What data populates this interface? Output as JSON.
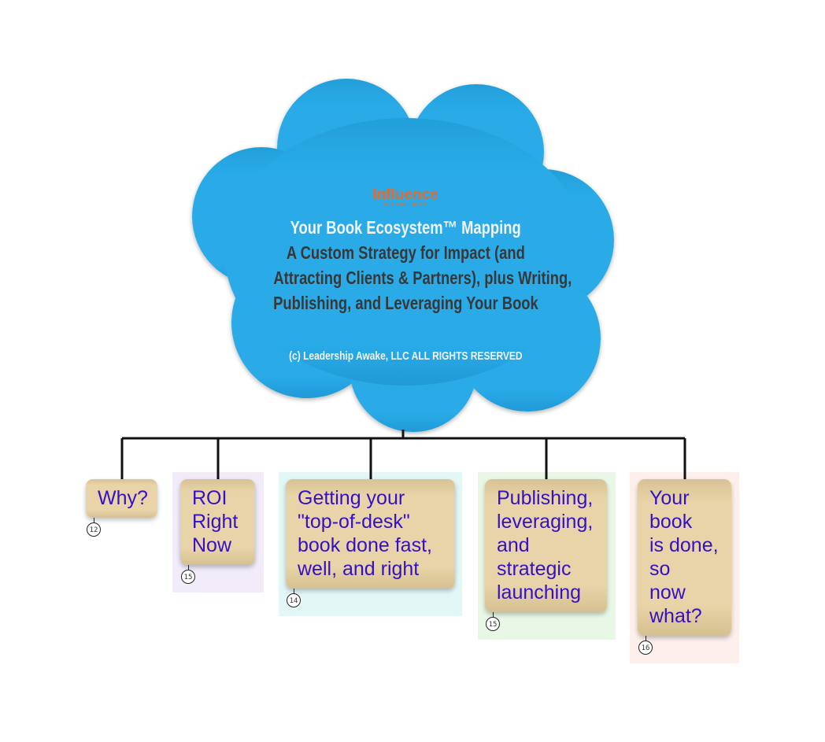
{
  "logo": {
    "name": "Influence",
    "tagline": "WITH A HEART®",
    "color": "#e8692a"
  },
  "root": {
    "title": "Your Book Ecosystem™ Mapping",
    "subtitle_lines": [
      "A Custom Strategy for Impact (and",
      "Attracting Clients & Partners), plus Writing,",
      "Publishing, and Leveraging Your Book"
    ],
    "copyright": "(c) Leadership Awake, LLC ALL RIGHTS RESERVED",
    "color": "#29abe8"
  },
  "children": [
    {
      "label": "Why?",
      "badge": "12",
      "group_color": null
    },
    {
      "label": "ROI\nRight\nNow",
      "badge": "15",
      "group_color": "#f1ebfa"
    },
    {
      "label": "Getting your\n\"top-of-desk\"\nbook done fast,\nwell, and right",
      "badge": "14",
      "group_color": "#e3f7f6"
    },
    {
      "label": "Publishing,\nleveraging,\nand\nstrategic\nlaunching",
      "badge": "15",
      "group_color": "#e9f8e6"
    },
    {
      "label": "Your\nbook\nis done,\nso\nnow\nwhat?",
      "badge": "16",
      "group_color": "#fdf0ec"
    }
  ]
}
